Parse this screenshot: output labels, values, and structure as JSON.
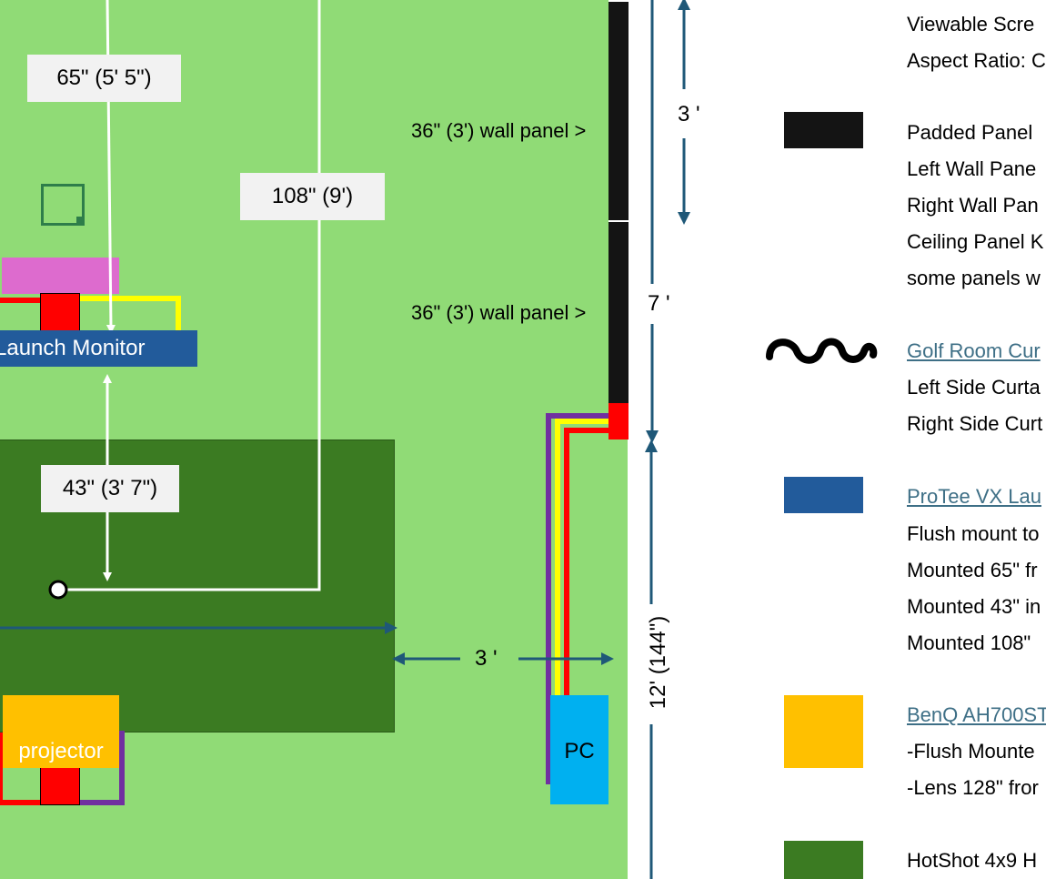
{
  "diagram": {
    "dimension_labels": {
      "launch_monitor_height": "65\" (5' 5\")",
      "screen_distance": "108\" (9')",
      "ball_distance": "43\" (3' 7\")",
      "wall_panel_upper": "36\" (3') wall panel >",
      "wall_panel_lower": "36\" (3') wall panel >",
      "panel_height": "3 '",
      "wall_height": "7 '",
      "side_gap": "3 '",
      "room_length": "12' (144\")"
    },
    "components": {
      "launch_monitor": "Launch Monitor",
      "projector": "projector",
      "pc": "PC"
    }
  },
  "legend": {
    "screen_lines": [
      "Viewable Scre",
      "Aspect Ratio: C"
    ],
    "panels": {
      "lines": [
        "Padded Panel",
        "Left Wall Pane",
        "Right Wall Pan",
        "Ceiling Panel K",
        "some panels w"
      ]
    },
    "curtain": {
      "link": "Golf Room Cur",
      "lines": [
        "Left Side Curta",
        "Right Side Curt"
      ]
    },
    "launch_monitor": {
      "link": "ProTee VX Lau",
      "lines": [
        "Flush mount to",
        "Mounted 65\" fr",
        "Mounted 43\" in",
        "Mounted 108\""
      ]
    },
    "projector": {
      "link": "BenQ AH700ST",
      "lines": [
        "-Flush Mounte",
        "-Lens 128\" fror"
      ]
    },
    "mat": {
      "line": "HotShot 4x9 H"
    }
  },
  "colors": {
    "room_floor": "#90db76",
    "mat": "#3b7b22",
    "panel": "#141414",
    "launch_monitor": "#225b9b",
    "projector": "#ffc000",
    "pc": "#00b0f0",
    "outlet": "#ff0000",
    "cable_red": "#ff0000",
    "cable_yellow": "#ffff00",
    "cable_purple": "#7030a0",
    "magenta_block": "#dd6bce",
    "dimension_arrow": "#1f5878"
  }
}
